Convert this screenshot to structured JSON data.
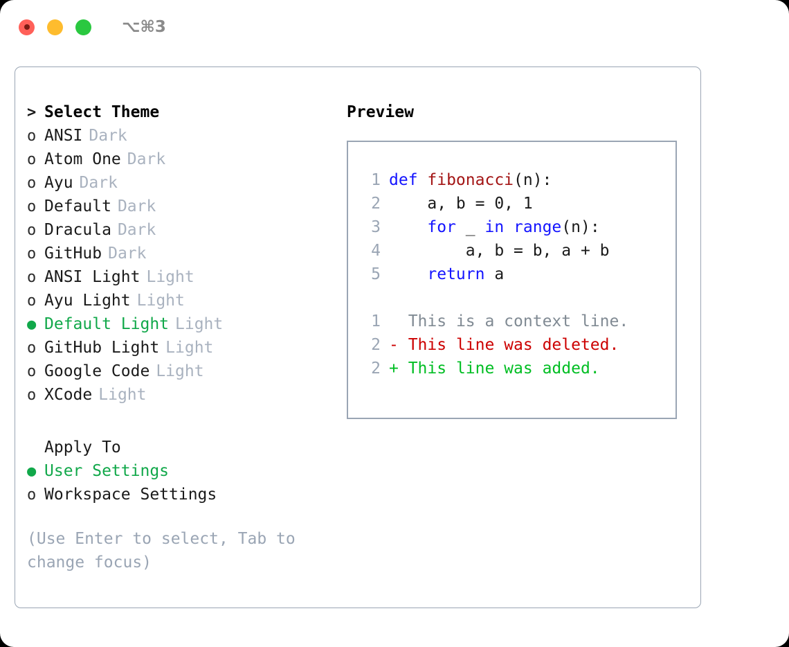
{
  "window": {
    "traffic_lights": [
      "close",
      "minimize",
      "maximize"
    ],
    "shortcut_label": "⌥⌘3",
    "colors": {
      "close": "#ff6059",
      "minimize": "#febc2e",
      "maximize": "#2ac840",
      "accent_green": "#11a84a",
      "muted": "#9aa5b4",
      "border": "#9aa5b4"
    }
  },
  "theme_picker": {
    "header_marker": ">",
    "header_label": "Select Theme",
    "unselected_marker": "o",
    "selected_marker": "●",
    "items": [
      {
        "marker": "o",
        "name": "ANSI",
        "tag": "Dark",
        "selected": false
      },
      {
        "marker": "o",
        "name": "Atom One",
        "tag": "Dark",
        "selected": false
      },
      {
        "marker": "o",
        "name": "Ayu",
        "tag": "Dark",
        "selected": false
      },
      {
        "marker": "o",
        "name": "Default",
        "tag": "Dark",
        "selected": false
      },
      {
        "marker": "o",
        "name": "Dracula",
        "tag": "Dark",
        "selected": false
      },
      {
        "marker": "o",
        "name": "GitHub",
        "tag": "Dark",
        "selected": false
      },
      {
        "marker": "o",
        "name": "ANSI Light",
        "tag": "Light",
        "selected": false
      },
      {
        "marker": "o",
        "name": "Ayu Light",
        "tag": "Light",
        "selected": false
      },
      {
        "marker": "●",
        "name": "Default Light",
        "tag": "Light",
        "selected": true
      },
      {
        "marker": "o",
        "name": "GitHub Light",
        "tag": "Light",
        "selected": false
      },
      {
        "marker": "o",
        "name": "Google Code",
        "tag": "Light",
        "selected": false
      },
      {
        "marker": "o",
        "name": "XCode",
        "tag": "Light",
        "selected": false
      }
    ]
  },
  "apply_to": {
    "header_label": "Apply To",
    "options": [
      {
        "marker": "●",
        "label": "User Settings",
        "selected": true
      },
      {
        "marker": "o",
        "label": "Workspace Settings",
        "selected": false
      }
    ]
  },
  "hint": {
    "line1": "(Use Enter to select, Tab to",
    "line2": "change focus)"
  },
  "preview": {
    "title": "Preview",
    "code_lines": [
      {
        "no": "1",
        "segments": [
          {
            "text": "def ",
            "kind": "kw"
          },
          {
            "text": "fibonacci",
            "kind": "fn"
          },
          {
            "text": "(n):",
            "kind": "plain"
          }
        ]
      },
      {
        "no": "2",
        "segments": [
          {
            "text": "    a, b = 0, 1",
            "kind": "plain"
          }
        ]
      },
      {
        "no": "3",
        "segments": [
          {
            "text": "    ",
            "kind": "plain"
          },
          {
            "text": "for",
            "kind": "kw"
          },
          {
            "text": " _ ",
            "kind": "plain"
          },
          {
            "text": "in",
            "kind": "kw"
          },
          {
            "text": " ",
            "kind": "plain"
          },
          {
            "text": "range",
            "kind": "kw"
          },
          {
            "text": "(n):",
            "kind": "plain"
          }
        ]
      },
      {
        "no": "4",
        "segments": [
          {
            "text": "        a, b = b, a + b",
            "kind": "plain"
          }
        ]
      },
      {
        "no": "5",
        "segments": [
          {
            "text": "    ",
            "kind": "plain"
          },
          {
            "text": "return",
            "kind": "kw"
          },
          {
            "text": " a",
            "kind": "plain"
          }
        ]
      }
    ],
    "diff_lines": [
      {
        "no": "1",
        "sign": " ",
        "text": " This is a context line.",
        "kind": "context"
      },
      {
        "no": "2",
        "sign": "-",
        "text": " This line was deleted.",
        "kind": "deleted"
      },
      {
        "no": "2",
        "sign": "+",
        "text": " This line was added.",
        "kind": "added"
      }
    ]
  }
}
